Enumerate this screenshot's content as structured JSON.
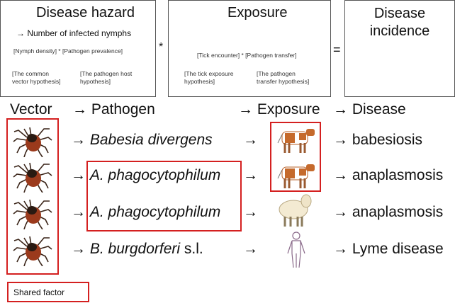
{
  "top": {
    "hazard": {
      "title": "Disease hazard",
      "subtitle": "→ Number of infected nymphs",
      "formula": "[Nymph density] * [Pathogen prevalence]",
      "hyp1a": "[The common",
      "hyp1b": "vector hypothesis]",
      "hyp2a": "[The pathogen host",
      "hyp2b": "hypothesis]"
    },
    "times": "*",
    "exposure": {
      "title": "Exposure",
      "formula": "[Tick encounter] * [Pathogen transfer]",
      "hyp1a": "[The tick exposure",
      "hyp1b": "hypothesis]",
      "hyp2a": "[The pathogen",
      "hyp2b": "transfer hypothesis]"
    },
    "equals": "=",
    "incidence": {
      "title1": "Disease",
      "title2": "incidence"
    }
  },
  "header": {
    "vector": "Vector",
    "pathogen": "→ Pathogen",
    "exposure": "→ Exposure",
    "disease": "→ Disease"
  },
  "rows": [
    {
      "pathogen": "Babesia divergens",
      "suffix": "",
      "host": "cow",
      "disease": "→ babesiosis"
    },
    {
      "pathogen": "A. phagocytophilum",
      "suffix": "",
      "host": "cow",
      "disease": "→ anaplasmosis"
    },
    {
      "pathogen": "A. phagocytophilum",
      "suffix": "",
      "host": "sheep",
      "disease": "→ anaplasmosis"
    },
    {
      "pathogen": "B. burgdorferi",
      "suffix": " s.l.",
      "host": "human",
      "disease": "→ Lyme disease"
    }
  ],
  "arrow": "→",
  "legend": "Shared factor",
  "colors": {
    "highlight": "#d42020"
  }
}
